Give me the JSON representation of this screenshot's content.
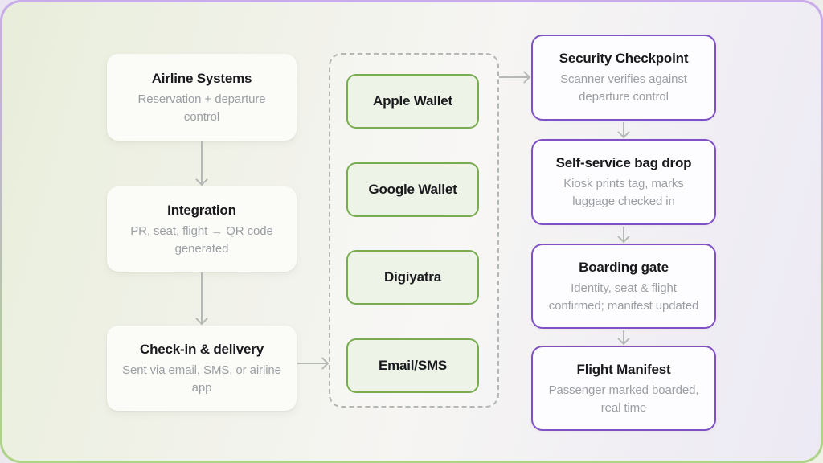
{
  "colors": {
    "green_border": "#79ac51",
    "green_fill": "#edf3e7",
    "purple_border": "#7f51c5",
    "purple_fill": "#fdfcfe",
    "arrow": "#b5b9b5",
    "dashed_border": "#b4b8b4",
    "title_text": "#1a1a1e",
    "subtitle_text": "#9b9fa4"
  },
  "flow": {
    "source_column": {
      "nodes": [
        {
          "title": "Airline Systems",
          "subtitle": "Reservation + departure control"
        },
        {
          "title": "Integration",
          "subtitle": "PR, seat, flight → QR code generated"
        },
        {
          "title": "Check-in & delivery",
          "subtitle": "Sent via email, SMS, or airline app"
        }
      ]
    },
    "delivery_channels": {
      "items": [
        {
          "label": "Apple Wallet"
        },
        {
          "label": "Google Wallet"
        },
        {
          "label": "Digiyatra"
        },
        {
          "label": "Email/SMS"
        }
      ]
    },
    "airport_column": {
      "nodes": [
        {
          "title": "Security Checkpoint",
          "subtitle": "Scanner verifies against departure control"
        },
        {
          "title": "Self-service bag drop",
          "subtitle": "Kiosk prints tag, marks luggage checked in"
        },
        {
          "title": "Boarding gate",
          "subtitle": "Identity, seat & flight confirmed; manifest updated"
        },
        {
          "title": "Flight Manifest",
          "subtitle": "Passenger marked boarded, real time"
        }
      ]
    }
  }
}
